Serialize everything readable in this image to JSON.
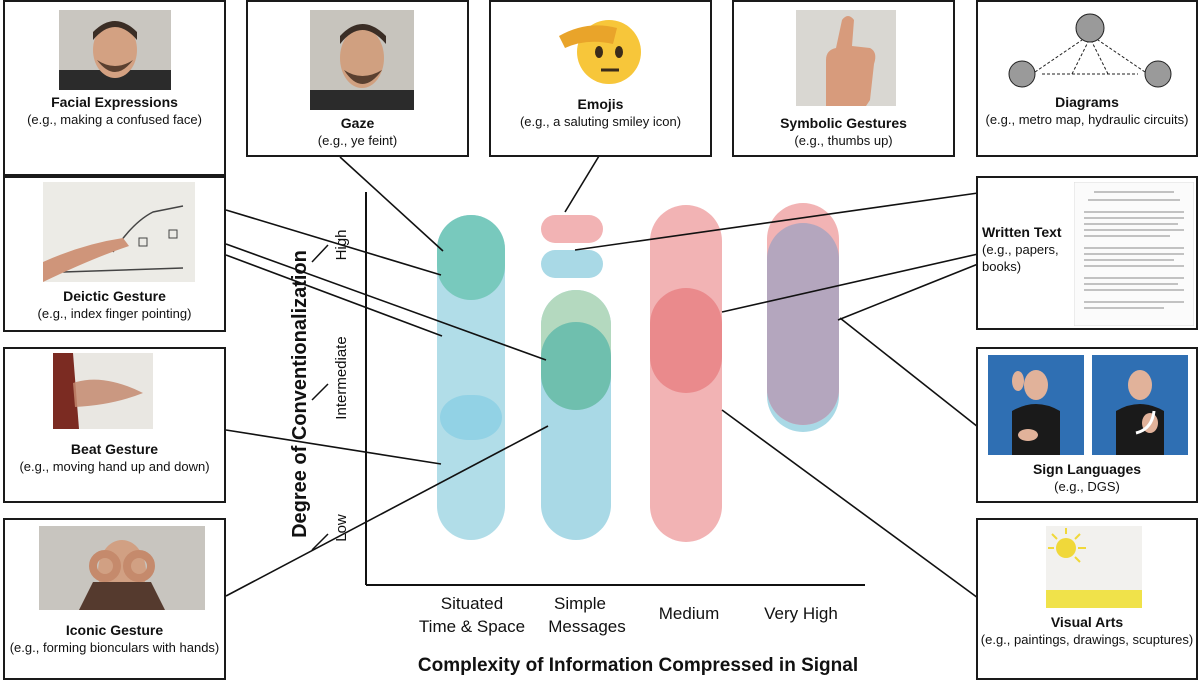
{
  "axes": {
    "y_title": "Degree of Conventionalization",
    "x_title": "Complexity of Information Compressed in Signal",
    "y_levels": [
      "Low",
      "Intermediate",
      "High"
    ],
    "x_levels": [
      [
        "Situated",
        "Time & Space"
      ],
      [
        "Simple",
        "Messages"
      ],
      [
        "Medium"
      ],
      [
        "Very High"
      ]
    ]
  },
  "cards": {
    "facial": {
      "title": "Facial Expressions",
      "desc": "(e.g., making a confused face)"
    },
    "gaze": {
      "title": "Gaze",
      "desc": "(e.g., ye feint)"
    },
    "emojis": {
      "title": "Emojis",
      "desc": "(e.g., a saluting smiley icon)"
    },
    "symbolic": {
      "title": "Symbolic Gestures",
      "desc": "(e.g., thumbs up)"
    },
    "diagrams": {
      "title": "Diagrams",
      "desc": "(e.g., metro map, hydraulic circuits)"
    },
    "deictic": {
      "title": "Deictic Gesture",
      "desc": "(e.g., index finger pointing)"
    },
    "written": {
      "title": "Written Text",
      "desc": "(e.g., papers, books)"
    },
    "beat": {
      "title": "Beat Gesture",
      "desc": "(e.g., moving hand up and down)"
    },
    "sign": {
      "title": "Sign Languages",
      "desc": "(e.g., DGS)"
    },
    "iconic": {
      "title": "Iconic Gesture",
      "desc": "(e.g., forming bionculars with hands)"
    },
    "visual": {
      "title": "Visual Arts",
      "desc": "(e.g., paintings, drawings, scuptures)"
    }
  },
  "colors": {
    "blue": "#a9d9e6",
    "teal": "#6fc3b4",
    "pink": "#f2b3b4",
    "red": "#ea8a8c",
    "purple": "#b4a6be",
    "green": "#b4d9bf"
  }
}
